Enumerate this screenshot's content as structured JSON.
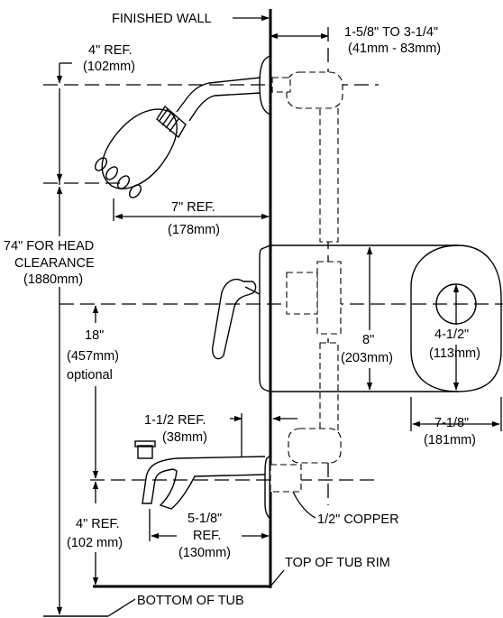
{
  "labels": {
    "finished_wall": "FINISHED WALL",
    "wall_depth_1": "1-5/8\" TO 3-1/4\"",
    "wall_depth_2": "(41mm - 83mm)",
    "arm_ref_1": "4\" REF.",
    "arm_ref_2": "(102mm)",
    "head_reach_1": "7\" REF.",
    "head_reach_2": "(178mm)",
    "head_clear_1": "74\" FOR HEAD",
    "head_clear_2": "CLEARANCE",
    "head_clear_3": "(1880mm)",
    "valve_spout_1": "18\"",
    "valve_spout_2": "(457mm)",
    "valve_spout_3": "optional",
    "trim_height_1": "8\"",
    "trim_height_2": "(203mm)",
    "hub_1": "4-1/2\"",
    "hub_2": "(113mm)",
    "trim_width_1": "7-1/8\"",
    "trim_width_2": "(181mm)",
    "spout_ref_1": "1-1/2 REF.",
    "spout_ref_2": "(38mm)",
    "copper": "1/2\" COPPER",
    "spout_rim_1": "4\" REF.",
    "spout_rim_2": "(102 mm)",
    "spout_reach_1": "5-1/8\"",
    "spout_reach_2": "REF.",
    "spout_reach_3": "(130mm)",
    "tub_rim": "TOP OF TUB RIM",
    "tub_bottom": "BOTTOM OF TUB"
  }
}
